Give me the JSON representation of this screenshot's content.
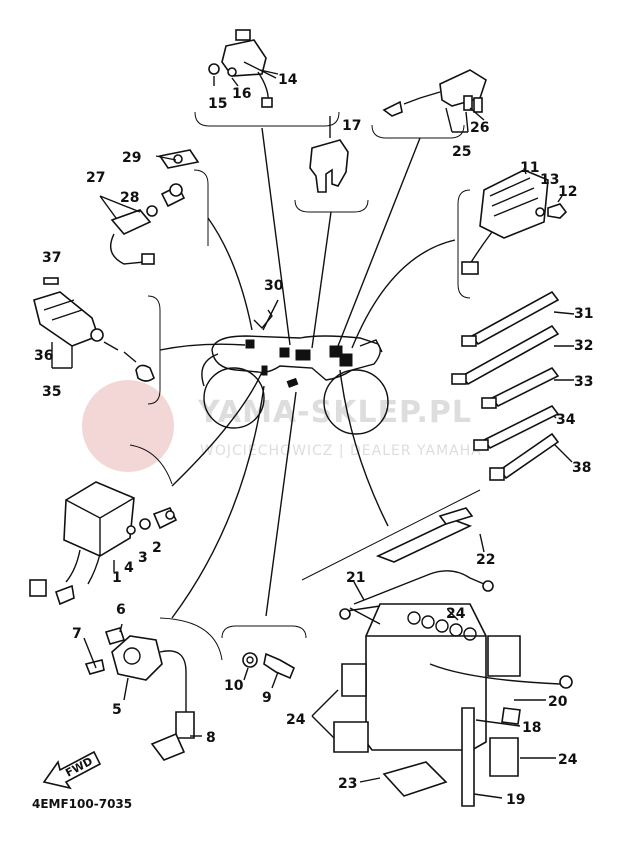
{
  "diagram_code": "4EMF100-7035",
  "fwd_label": "FWD",
  "watermark": {
    "title": "YAMA-SKLEP.PL",
    "subtitle": "WOJCIECHOWICZ | DEALER YAMAHA"
  },
  "callouts": [
    {
      "id": "c1",
      "label": "1"
    },
    {
      "id": "c2",
      "label": "2"
    },
    {
      "id": "c3",
      "label": "3"
    },
    {
      "id": "c4",
      "label": "4"
    },
    {
      "id": "c5",
      "label": "5"
    },
    {
      "id": "c6",
      "label": "6"
    },
    {
      "id": "c7",
      "label": "7"
    },
    {
      "id": "c8",
      "label": "8"
    },
    {
      "id": "c9",
      "label": "9"
    },
    {
      "id": "c10",
      "label": "10"
    },
    {
      "id": "c11",
      "label": "11"
    },
    {
      "id": "c12",
      "label": "12"
    },
    {
      "id": "c13",
      "label": "13"
    },
    {
      "id": "c14",
      "label": "14"
    },
    {
      "id": "c15",
      "label": "15"
    },
    {
      "id": "c16",
      "label": "16"
    },
    {
      "id": "c17",
      "label": "17"
    },
    {
      "id": "c18",
      "label": "18"
    },
    {
      "id": "c19",
      "label": "19"
    },
    {
      "id": "c20",
      "label": "20"
    },
    {
      "id": "c21",
      "label": "21"
    },
    {
      "id": "c22",
      "label": "22"
    },
    {
      "id": "c23",
      "label": "23"
    },
    {
      "id": "c24a",
      "label": "24"
    },
    {
      "id": "c24b",
      "label": "24"
    },
    {
      "id": "c24c",
      "label": "24"
    },
    {
      "id": "c25",
      "label": "25"
    },
    {
      "id": "c26",
      "label": "26"
    },
    {
      "id": "c27",
      "label": "27"
    },
    {
      "id": "c28",
      "label": "28"
    },
    {
      "id": "c29",
      "label": "29"
    },
    {
      "id": "c30",
      "label": "30"
    },
    {
      "id": "c31",
      "label": "31"
    },
    {
      "id": "c32",
      "label": "32"
    },
    {
      "id": "c33",
      "label": "33"
    },
    {
      "id": "c34",
      "label": "34"
    },
    {
      "id": "c35",
      "label": "35"
    },
    {
      "id": "c36",
      "label": "36"
    },
    {
      "id": "c37",
      "label": "37"
    },
    {
      "id": "c38",
      "label": "38"
    }
  ]
}
